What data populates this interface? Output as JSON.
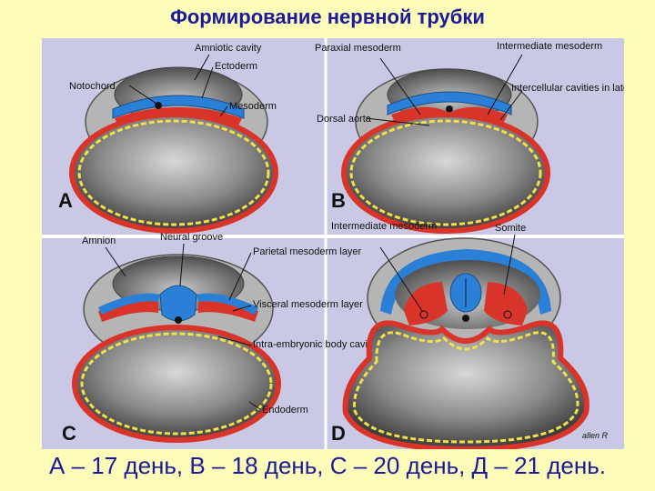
{
  "title": "Формирование нервной трубки",
  "caption": "А – 17 день, В – 18 день, С – 20 день, Д – 21 день.",
  "panels": [
    {
      "id": "A",
      "label": "A",
      "callouts": [
        "Notochord",
        "Amniotic cavity",
        "Ectoderm",
        "Mesoderm"
      ]
    },
    {
      "id": "B",
      "label": "B",
      "callouts": [
        "Paraxial mesoderm",
        "Intermediate mesoderm",
        "Intercellular cavities in lateral plate",
        "Dorsal aorta"
      ]
    },
    {
      "id": "C",
      "label": "C",
      "callouts": [
        "Amnion",
        "Neural groove",
        "Parietal mesoderm layer",
        "Visceral mesoderm layer",
        "Intra-embryonic body cavity",
        "Endoderm"
      ]
    },
    {
      "id": "D",
      "label": "D",
      "callouts": [
        "Intermediate mesoderm",
        "Somite"
      ]
    }
  ],
  "signature": "allen R",
  "colors": {
    "background": "#fdfcb8",
    "title_text": "#1a1a9a",
    "figure_bg": "#c9c9e6",
    "ectoderm": "#2a7fd6",
    "mesoderm": "#d9342a",
    "endoderm": "#f0e04a",
    "yolk_dark": "#3a3a3a"
  }
}
